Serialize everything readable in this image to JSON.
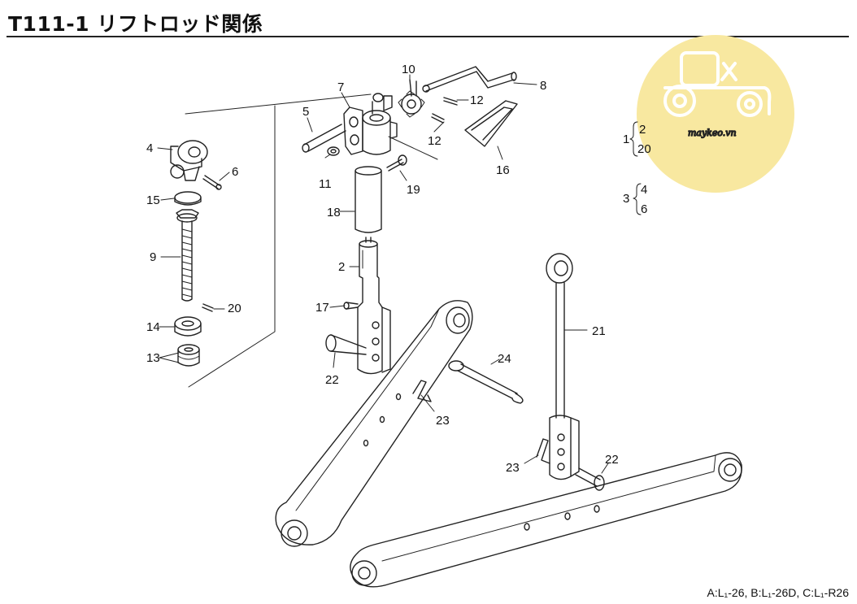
{
  "header": {
    "title": "T111-1 リフトロッド関係"
  },
  "callouts": {
    "c2": "2",
    "c4": "4",
    "c5": "5",
    "c6": "6",
    "c7": "7",
    "c8": "8",
    "c9": "9",
    "c10": "10",
    "c11": "11",
    "c12a": "12",
    "c12b": "12",
    "c13": "13",
    "c14": "14",
    "c15": "15",
    "c16": "16",
    "c17": "17",
    "c18": "18",
    "c19": "19",
    "c20": "20",
    "c21": "21",
    "c22a": "22",
    "c22b": "22",
    "c23a": "23",
    "c23b": "23",
    "c24": "24"
  },
  "groups": {
    "g1": {
      "parent": "1",
      "children": [
        "2",
        "20"
      ]
    },
    "g3": {
      "parent": "3",
      "children": [
        "4",
        "6"
      ]
    }
  },
  "watermark": {
    "text": "maykeo.vn",
    "color": "#f8e8a0"
  },
  "footer": {
    "note": "A:L₁-26,  B:L₁-26D,  C:L₁-R26"
  }
}
